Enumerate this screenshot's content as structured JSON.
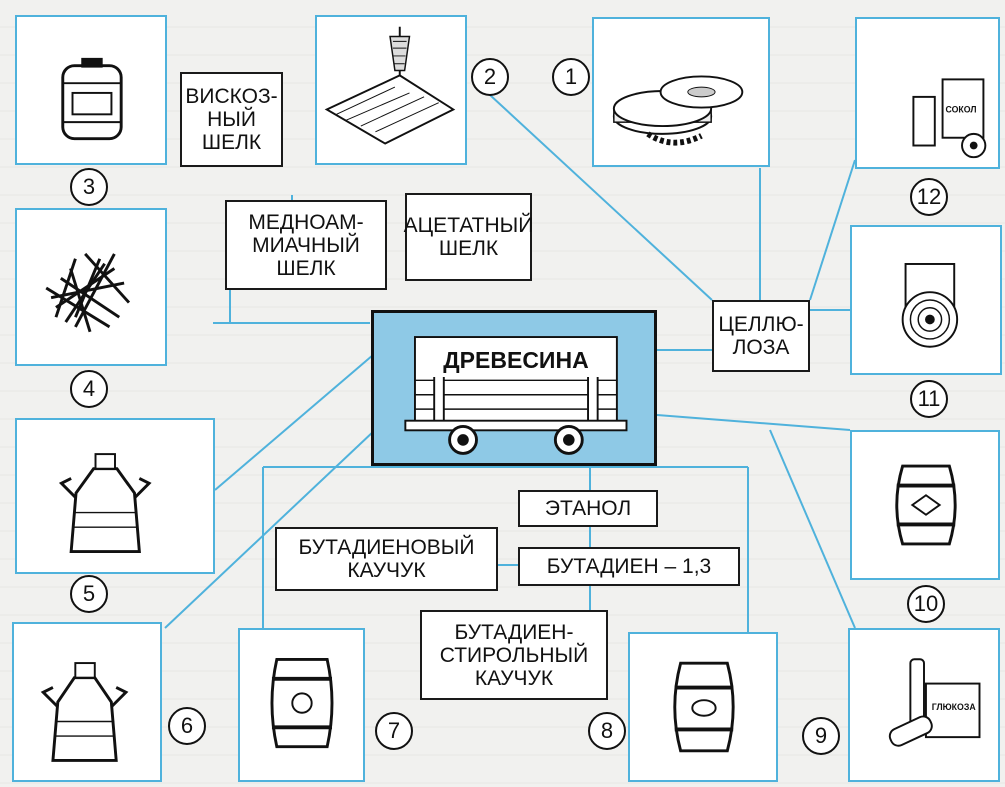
{
  "center": {
    "label": "ДРЕВЕСИНА"
  },
  "products": {
    "viscose_silk": "ВИСКОЗ-\nНЫЙ\nШЕЛК",
    "copper_silk": "МЕДНОАМ-\nМИАЧНЫЙ\nШЕЛК",
    "acetate_silk": "АЦЕТАТНЫЙ\nШЕЛК",
    "cellulose": "ЦЕЛЛЮ-\nЛОЗА",
    "ethanol": "ЭТАНОЛ",
    "butadiene": "БУТАДИЕН – 1,3",
    "butadiene_rubber": "БУТАДИЕНОВЫЙ\nКАУЧУК",
    "butadiene_styrene_rubber": "БУТАДИЕН-\nСТИРОЛЬНЫЙ\nКАУЧУК"
  },
  "item_labels": {
    "glucose_box": "ГЛЮКОЗА",
    "juice_box": "СОКОЛ"
  },
  "numbers": [
    "1",
    "2",
    "3",
    "4",
    "5",
    "6",
    "7",
    "8",
    "9",
    "10",
    "11",
    "12"
  ],
  "colors": {
    "frame": "#4fb2dc",
    "center_fill": "#8ec9e6",
    "ink": "#111111"
  }
}
